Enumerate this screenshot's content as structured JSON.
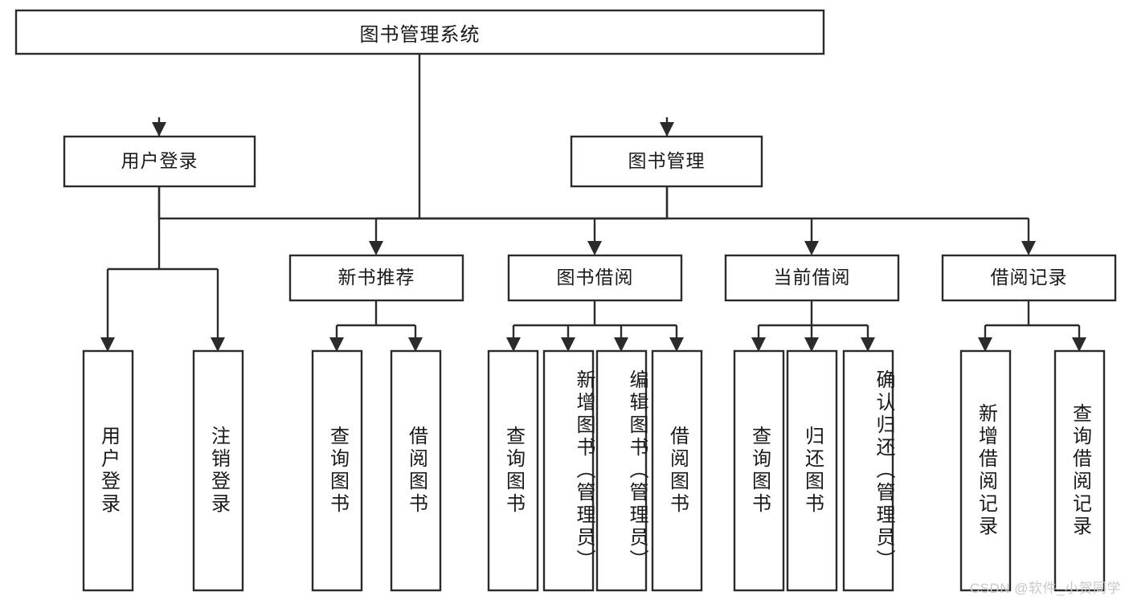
{
  "diagram": {
    "type": "tree-hierarchy-diagram",
    "title": "图书管理系统",
    "background_color": "#ffffff",
    "line_color": "#2b2b2b",
    "text_color": "#1a1a1a",
    "root": {
      "id": "root",
      "label": "图书管理系统",
      "orientation": "horizontal"
    },
    "level1": [
      {
        "id": "user-login",
        "label": "用户登录",
        "orientation": "horizontal"
      },
      {
        "id": "book-management",
        "label": "图书管理",
        "orientation": "horizontal"
      }
    ],
    "level2": [
      {
        "id": "new-book-recommend",
        "label": "新书推荐",
        "orientation": "horizontal",
        "parent": "book-management"
      },
      {
        "id": "book-borrow",
        "label": "图书借阅",
        "orientation": "horizontal",
        "parent": "book-management"
      },
      {
        "id": "current-borrow",
        "label": "当前借阅",
        "orientation": "horizontal",
        "parent": "book-management"
      },
      {
        "id": "borrow-record",
        "label": "借阅记录",
        "orientation": "horizontal",
        "parent": "book-management"
      }
    ],
    "leaves": [
      {
        "id": "leaf-user-login",
        "label": "用户登录",
        "orientation": "vertical",
        "parent": "user-login",
        "align": "center"
      },
      {
        "id": "leaf-logout",
        "label": "注销登录",
        "orientation": "vertical",
        "parent": "user-login",
        "align": "center"
      },
      {
        "id": "leaf-query-book-1",
        "label": "查询图书",
        "orientation": "vertical",
        "parent": "new-book-recommend",
        "align": "center"
      },
      {
        "id": "leaf-borrow-book-1",
        "label": "借阅图书",
        "orientation": "vertical",
        "parent": "new-book-recommend",
        "align": "center"
      },
      {
        "id": "leaf-query-book-2",
        "label": "查询图书",
        "orientation": "vertical",
        "parent": "book-borrow",
        "align": "center"
      },
      {
        "id": "leaf-add-book",
        "label": "新增图书（管理员）",
        "orientation": "vertical",
        "parent": "book-borrow",
        "align": "top"
      },
      {
        "id": "leaf-edit-book",
        "label": "编辑图书（管理员）",
        "orientation": "vertical",
        "parent": "book-borrow",
        "align": "top"
      },
      {
        "id": "leaf-borrow-book-2",
        "label": "借阅图书",
        "orientation": "vertical",
        "parent": "book-borrow",
        "align": "center"
      },
      {
        "id": "leaf-query-book-3",
        "label": "查询图书",
        "orientation": "vertical",
        "parent": "current-borrow",
        "align": "center"
      },
      {
        "id": "leaf-return-book",
        "label": "归还图书",
        "orientation": "vertical",
        "parent": "current-borrow",
        "align": "center"
      },
      {
        "id": "leaf-confirm-return",
        "label": "确认归还（管理员）",
        "orientation": "vertical",
        "parent": "current-borrow",
        "align": "top"
      },
      {
        "id": "leaf-add-record",
        "label": "新增借阅记录",
        "orientation": "vertical",
        "parent": "borrow-record",
        "align": "center"
      },
      {
        "id": "leaf-query-record",
        "label": "查询借阅记录",
        "orientation": "vertical",
        "parent": "borrow-record",
        "align": "center"
      }
    ]
  },
  "watermark": {
    "text": "CSDN @软件_小贺同学"
  }
}
